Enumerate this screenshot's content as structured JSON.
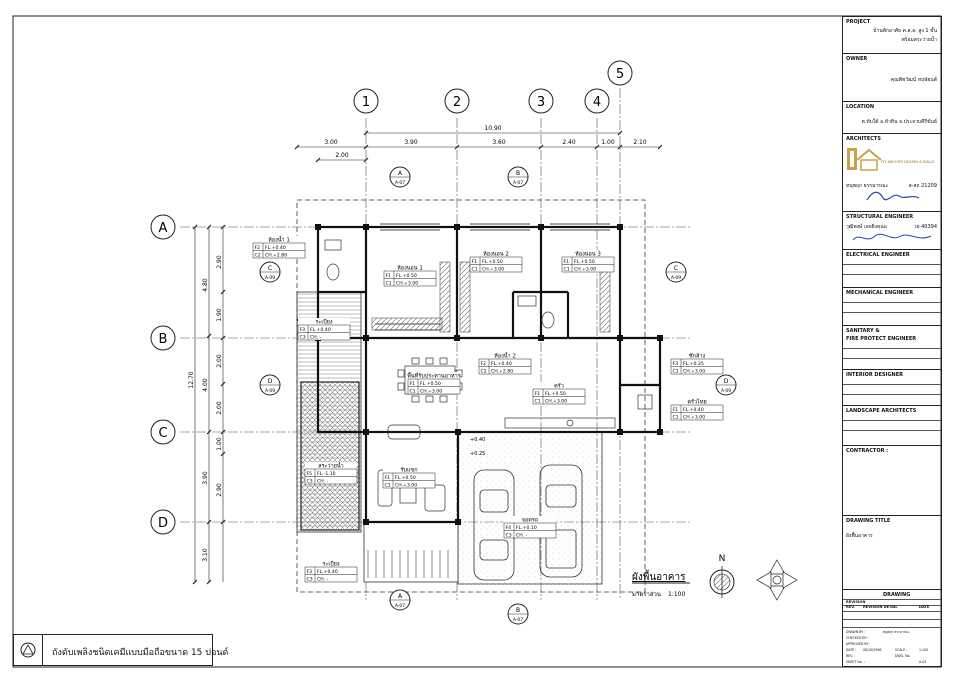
{
  "title_block": {
    "project_label": "PROJECT",
    "project_value_1": "บ้านพักอาศัย ค.ส.ล. สูง 1 ชั้น",
    "project_value_2": "พร้อมสระว่ายน้ำ",
    "owner_label": "OWNER",
    "owner_value": "คุณพิชวัฒน์ หฤษัยนต์",
    "location_label": "LOCATION",
    "location_value": "ต.ทับใต้ อ.หัวหิน จ.ประจวบคีรีขันธ์",
    "architects_label": "ARCHITECTS",
    "logo_text": "ITY ARCHITE DESIGN & BUILD",
    "architect_name": "ทนุพฤก ธรรมารณะ",
    "architect_license": "ส-สถ 21209",
    "structural_label": "STRUCTURAL ENGINEER",
    "structural_name": "วุฒิพงษ์ เลยยิ่งคุณะ",
    "structural_license": "วย 40394",
    "electrical_label": "ELECTRICAL ENGINEER",
    "mechanical_label": "MECHANICAL ENGINEER",
    "sanitary_label_1": "SANITARY &",
    "sanitary_label_2": "FIRE PROTECT ENGINEER",
    "interior_label": "INTERIOR DESIGNER",
    "landscape_label": "LANDSCAPE ARCHITECTS",
    "contractor_label": "CONTRACTOR :",
    "drawing_title_label": "DRAWING TITLE",
    "drawing_title_value": "ผังพื้นอาคาร",
    "drawing_label": "DRAWING",
    "revision_label": "REVISION",
    "rev_col": "REV.",
    "revision_detail_col": "REVISION DETAIL",
    "date_col": "DATE",
    "drawn_by": "DRAWN BY :",
    "drawn_by_value": "ทนุพฤก ธรรมารณะ",
    "checked_by": "CHECKED BY :",
    "approved_by": "APPROVED BY :",
    "date_label": "DATE :",
    "date_value": "08/10/2566",
    "scale_label": "SCALE :",
    "scale_value": "1:100",
    "rev_label": "REV. :",
    "dwg_no_label": "DWG. No.",
    "sheet_no_label": "SHEET No. :",
    "sheet_no_value": "A-03"
  },
  "plan": {
    "grid_numbers": [
      "1",
      "2",
      "3",
      "4",
      "5"
    ],
    "grid_letters": [
      "A",
      "B",
      "C",
      "D"
    ],
    "dim_top_total": "10.90",
    "dim_top_segments": [
      "3.00",
      "3.90",
      "3.60",
      "2.40",
      "1.00",
      "2.10"
    ],
    "dim_top_small": "2.00",
    "dim_left_total": "12.70",
    "dim_left_segments_outer": [
      "4.80",
      "4.00",
      "3.90",
      "3.10"
    ],
    "dim_left_segments_inner": [
      "2.90",
      "1.90",
      "2.00",
      "2.00",
      "1.00",
      "2.90"
    ],
    "section_marks": {
      "a": "A",
      "b": "B",
      "c": "C",
      "d": "D",
      "sheet_7": "A-07",
      "sheet_9": "A-09"
    },
    "rooms": [
      {
        "name": "ห้องน้ำ 1",
        "f": "F2",
        "fl": "FL.+0.40",
        "c": "C2",
        "ch": "CH.+2.80"
      },
      {
        "name": "ห้องนอน 1",
        "f": "F1",
        "fl": "FL.+0.50",
        "c": "C1",
        "ch": "CH.+3.00"
      },
      {
        "name": "ห้องนอน 2",
        "f": "F1",
        "fl": "FL.+0.50",
        "c": "C1",
        "ch": "CH.+3.00"
      },
      {
        "name": "ห้องนอน 3",
        "f": "F1",
        "fl": "FL.+0.50",
        "c": "C1",
        "ch": "CH.+3.00"
      },
      {
        "name": "ระเบียง",
        "f": "F3",
        "fl": "FL.+0.40",
        "c": "C3",
        "ch": "CH. -"
      },
      {
        "name": "พื้นที่รับประทานอาหาร",
        "f": "F1",
        "fl": "FL.+0.50",
        "c": "C1",
        "ch": "CH.+3.00"
      },
      {
        "name": "ห้องน้ำ 2",
        "f": "F2",
        "fl": "FL.+0.40",
        "c": "C2",
        "ch": "CH.+2.80"
      },
      {
        "name": "ครัว",
        "f": "F1",
        "fl": "FL.+0.50",
        "c": "C1",
        "ch": "CH.+3.00"
      },
      {
        "name": "ซักล้าง",
        "f": "F3",
        "fl": "FL.+0.35",
        "c": "C1",
        "ch": "CH.+3.00"
      },
      {
        "name": "ครัวไทย",
        "f": "F1",
        "fl": "FL.+0.40",
        "c": "C1",
        "ch": "CH.+3.00"
      },
      {
        "name": "สระว่ายน้ำ",
        "f": "F5",
        "fl": "FL.-1.10",
        "c": "C3",
        "ch": "CH. -"
      },
      {
        "name": "รับแขก",
        "f": "F1",
        "fl": "FL.+0.50",
        "c": "C1",
        "ch": "CH.+3.00"
      },
      {
        "name": "จอดรถ",
        "f": "F4",
        "fl": "FL.+0.10",
        "c": "C3",
        "ch": "CH. -"
      },
      {
        "name": "ระเบียง",
        "f": "F3",
        "fl": "FL.+0.40",
        "c": "C3",
        "ch": "CH. -"
      }
    ],
    "level_tags": [
      "+0.40",
      "+0.25"
    ],
    "plan_title": "ผังพื้นอาคาร",
    "scale_label": "มาตราส่วน",
    "scale_value": "1:100",
    "north": "N"
  },
  "legend": {
    "text": "ถังดับเพลิงชนิดเคมีแบบมือถือขนาด 15 ปอนด์"
  }
}
